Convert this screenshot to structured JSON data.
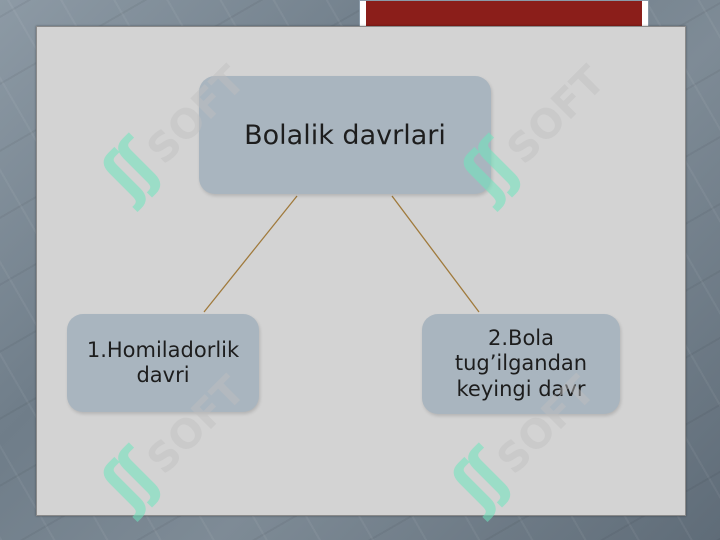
{
  "diagram": {
    "root": {
      "label": "Bolalik davrlari"
    },
    "children": [
      {
        "label": "1.Homiladorlik davri"
      },
      {
        "label": "2.Bola tug’ilgandan keyingi davr"
      }
    ]
  },
  "watermark": {
    "text": "SOFT",
    "mark": "ʃʃ"
  },
  "colors": {
    "panel": "#d3d3d3",
    "node_fill": "#a9b5bf",
    "connector": "#a07a3c",
    "red_tab": "#8b1e1a",
    "watermark_mark": "#6ee6be"
  }
}
